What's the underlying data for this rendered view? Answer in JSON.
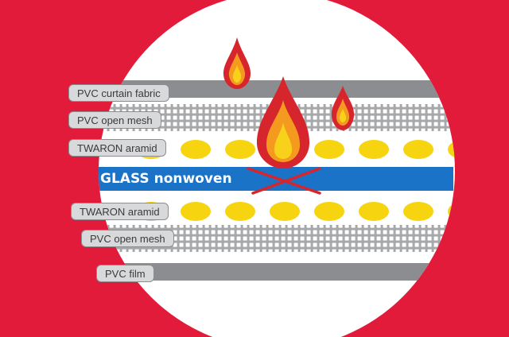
{
  "layers": {
    "curtain_fabric": "PVC curtain fabric",
    "open_mesh_top": "PVC open mesh",
    "aramid_top": "TWARON aramid",
    "glass": "GLASS nonwoven",
    "aramid_bottom": "TWARON aramid",
    "open_mesh_bottom": "PVC open mesh",
    "film": "PVC film"
  },
  "icons": [
    "flame-icon",
    "cross-icon"
  ],
  "colors": {
    "background": "#e31b3a",
    "circle": "#ffffff",
    "pvc_gray": "#8c8d90",
    "mesh": "#a7a8aa",
    "aramid_yellow": "#f6d40f",
    "glass_blue": "#1a73c7",
    "flame_red": "#d6252c",
    "flame_orange": "#f39a1f",
    "flame_yellow": "#f8d21a"
  }
}
